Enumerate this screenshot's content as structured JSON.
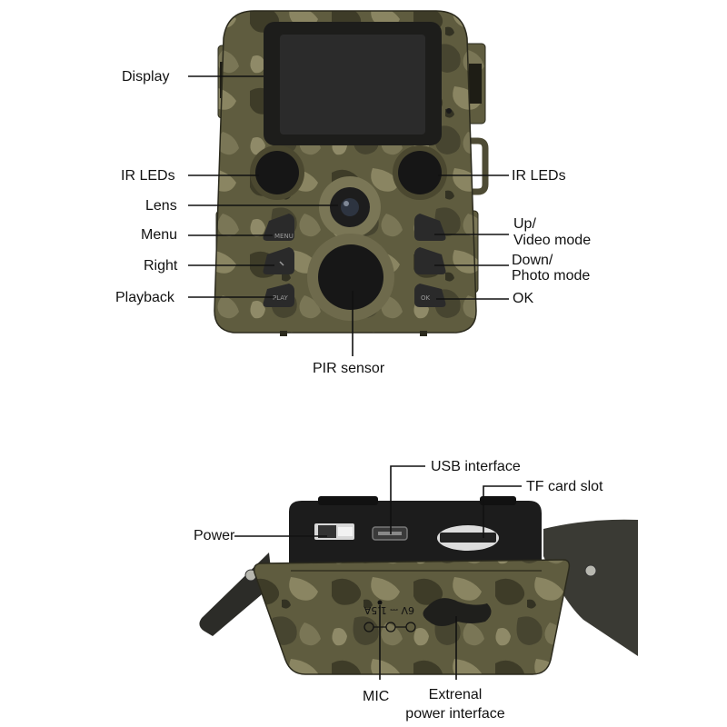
{
  "labels": {
    "display": "Display",
    "ir_leds_left": "IR LEDs",
    "ir_leds_right": "IR LEDs",
    "lens": "Lens",
    "menu": "Menu",
    "right": "Right",
    "playback": "Playback",
    "up_video_line1": "Up/",
    "up_video_line2": "Video mode",
    "down_photo_line1": "Down/",
    "down_photo_line2": "Photo mode",
    "ok": "OK",
    "pir_sensor": "PIR sensor",
    "usb_interface": "USB interface",
    "tf_card_slot": "TF card slot",
    "power": "Power",
    "mic": "MIC",
    "external_power_line1": "Extrenal",
    "external_power_line2": "power interface"
  },
  "device_markings": {
    "voltage_rating": "6V ⎓ 1.5A",
    "button_menu": "MENU",
    "button_play": "PLAY",
    "button_ok": "OK"
  },
  "colors": {
    "camo_base": "#5f5c3f",
    "camo_dark": "#3e3c28",
    "camo_light": "#8a8562",
    "body_black": "#1a1a1a",
    "leader_line": "#111111"
  }
}
